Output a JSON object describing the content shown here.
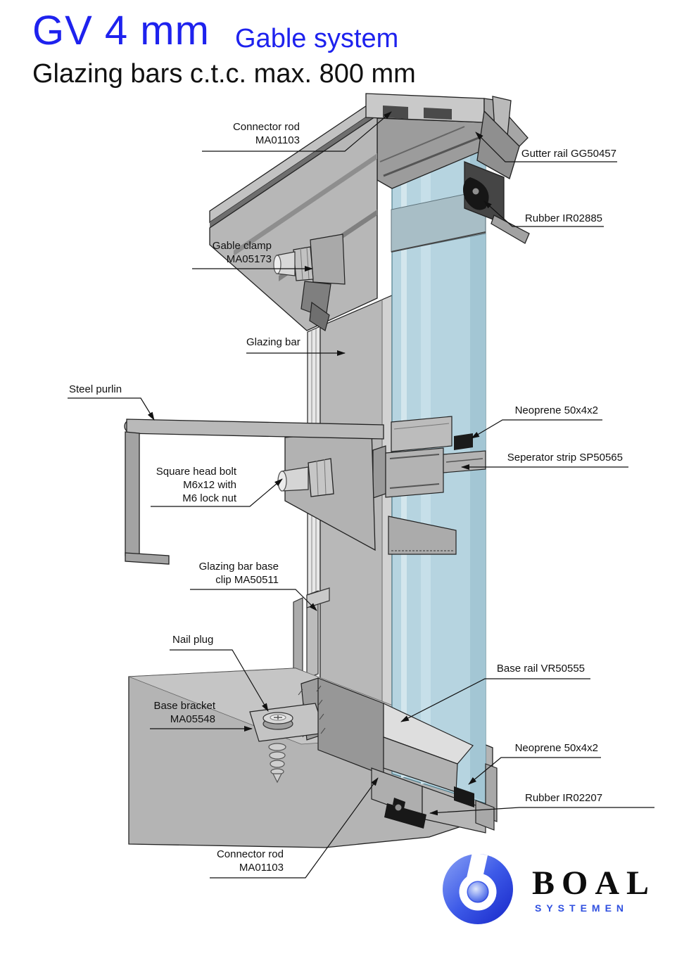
{
  "header": {
    "title": "GV 4 mm",
    "system": "Gable system",
    "subtitle": "Glazing bars c.t.c. max. 800 mm"
  },
  "labels": {
    "connector_rod_top": {
      "lines": [
        "Connector rod",
        "MA01103"
      ]
    },
    "gutter_rail": {
      "lines": [
        "Gutter rail GG50457"
      ]
    },
    "rubber_top": {
      "lines": [
        "Rubber IR02885"
      ]
    },
    "gable_clamp": {
      "lines": [
        "Gable clamp",
        "MA05173"
      ]
    },
    "glazing_bar": {
      "lines": [
        "Glazing bar"
      ]
    },
    "steel_purlin": {
      "lines": [
        "Steel purlin"
      ]
    },
    "neoprene_top": {
      "lines": [
        "Neoprene 50x4x2"
      ]
    },
    "seperator_strip": {
      "lines": [
        "Seperator strip SP50565"
      ]
    },
    "square_head_bolt": {
      "lines": [
        "Square head bolt",
        "M6x12 with",
        "M6 lock nut"
      ]
    },
    "glazing_bar_base_clip": {
      "lines": [
        "Glazing bar base",
        "clip MA50511"
      ]
    },
    "nail_plug": {
      "lines": [
        "Nail plug"
      ]
    },
    "base_rail": {
      "lines": [
        "Base rail VR50555"
      ]
    },
    "base_bracket": {
      "lines": [
        "Base bracket",
        "MA05548"
      ]
    },
    "neoprene_bottom": {
      "lines": [
        "Neoprene 50x4x2"
      ]
    },
    "rubber_bottom": {
      "lines": [
        "Rubber IR02207"
      ]
    },
    "connector_rod_bottom": {
      "lines": [
        "Connector rod",
        "MA01103"
      ]
    }
  },
  "logo": {
    "name": "BOAL",
    "subtitle": "SYSTEMEN"
  },
  "colors": {
    "accent_blue": "#1e22ee",
    "logo_blue": "#3050e0",
    "aluminum": "#b5b5b5",
    "glass": "#b6d4e0",
    "rubber": "#1a1a1a"
  }
}
